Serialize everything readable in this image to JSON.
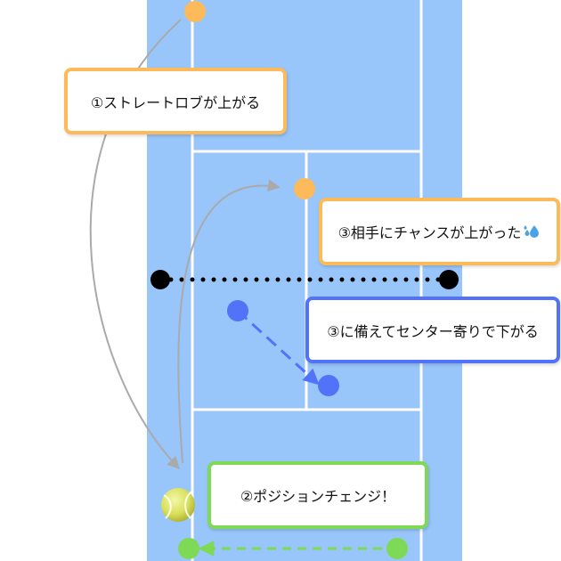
{
  "colors": {
    "court": "#98c5fa",
    "lines": "#ffffff",
    "orange": "#fcba5b",
    "blue": "#5273f7",
    "green": "#7ed957",
    "net_dots": "#000000",
    "arc": "#aaaaaa"
  },
  "callouts": {
    "straight_lob": "①ストレートロブが上がる",
    "opponent_chance": "③相手にチャンスが上がった",
    "center_retreat": "③に備えてセンター寄りで下がる",
    "position_change": "②ポジションチェンジ！"
  },
  "icons": {
    "sweat": "sweat-drops-icon",
    "ball": "tennis-ball-icon"
  }
}
